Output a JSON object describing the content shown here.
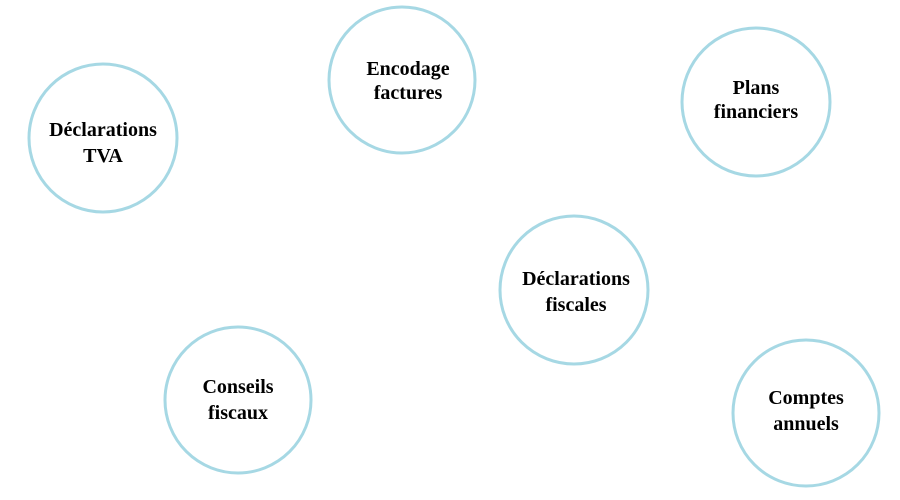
{
  "colors": {
    "circle_stroke": "#a6d8e4",
    "circle_fill": "#ffffff",
    "text": "#000000"
  },
  "bubbles": [
    {
      "id": "declarations-tva",
      "lines": [
        "Déclarations",
        "TVA"
      ]
    },
    {
      "id": "encodage-factures",
      "lines": [
        "Encodage",
        "factures"
      ]
    },
    {
      "id": "plans-financiers",
      "lines": [
        "Plans",
        "financiers"
      ]
    },
    {
      "id": "declarations-fiscales",
      "lines": [
        "Déclarations",
        "fiscales"
      ]
    },
    {
      "id": "conseils-fiscaux",
      "lines": [
        "Conseils",
        "fiscaux"
      ]
    },
    {
      "id": "comptes-annuels",
      "lines": [
        "Comptes",
        "annuels"
      ]
    }
  ]
}
